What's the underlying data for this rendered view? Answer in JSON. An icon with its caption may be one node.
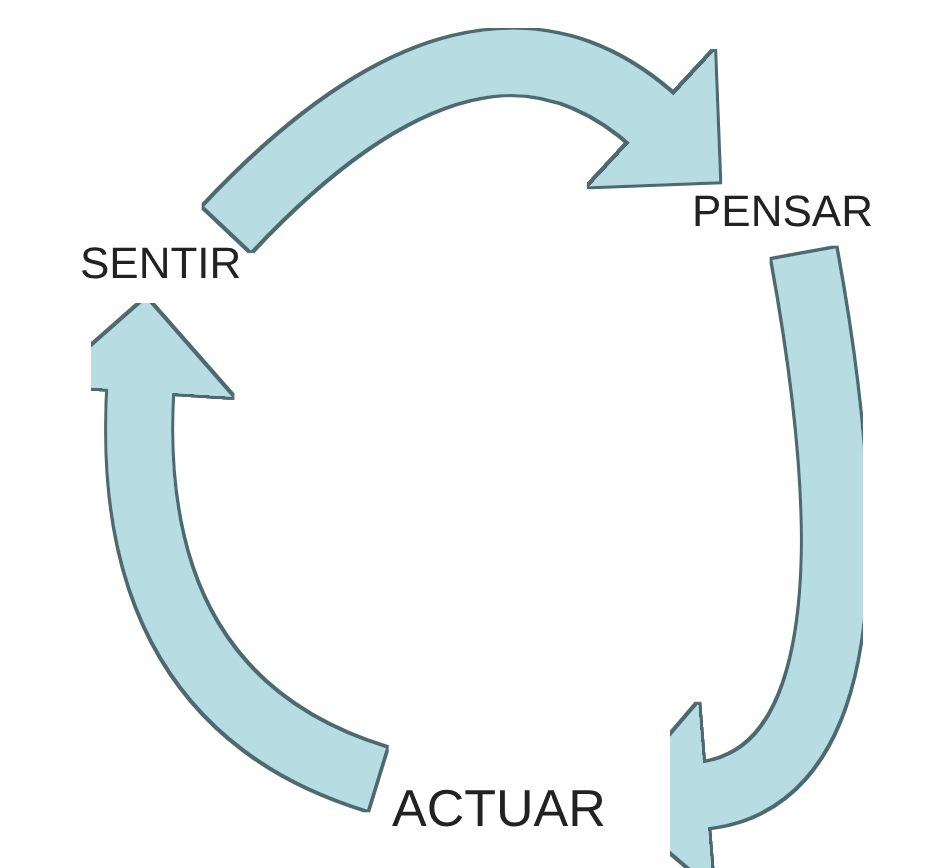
{
  "diagram": {
    "nodes": [
      {
        "text": [
          "SENTIR"
        ]
      },
      {
        "text": [
          "PENSAR"
        ]
      },
      {
        "text": [
          "ACTUAR"
        ]
      }
    ],
    "edges": [
      {
        "from": 0,
        "to": 1,
        "arrow": "to"
      },
      {
        "from": 1,
        "to": 2,
        "arrow": "to"
      },
      {
        "from": 2,
        "to": 0,
        "arrow": "to"
      }
    ]
  }
}
